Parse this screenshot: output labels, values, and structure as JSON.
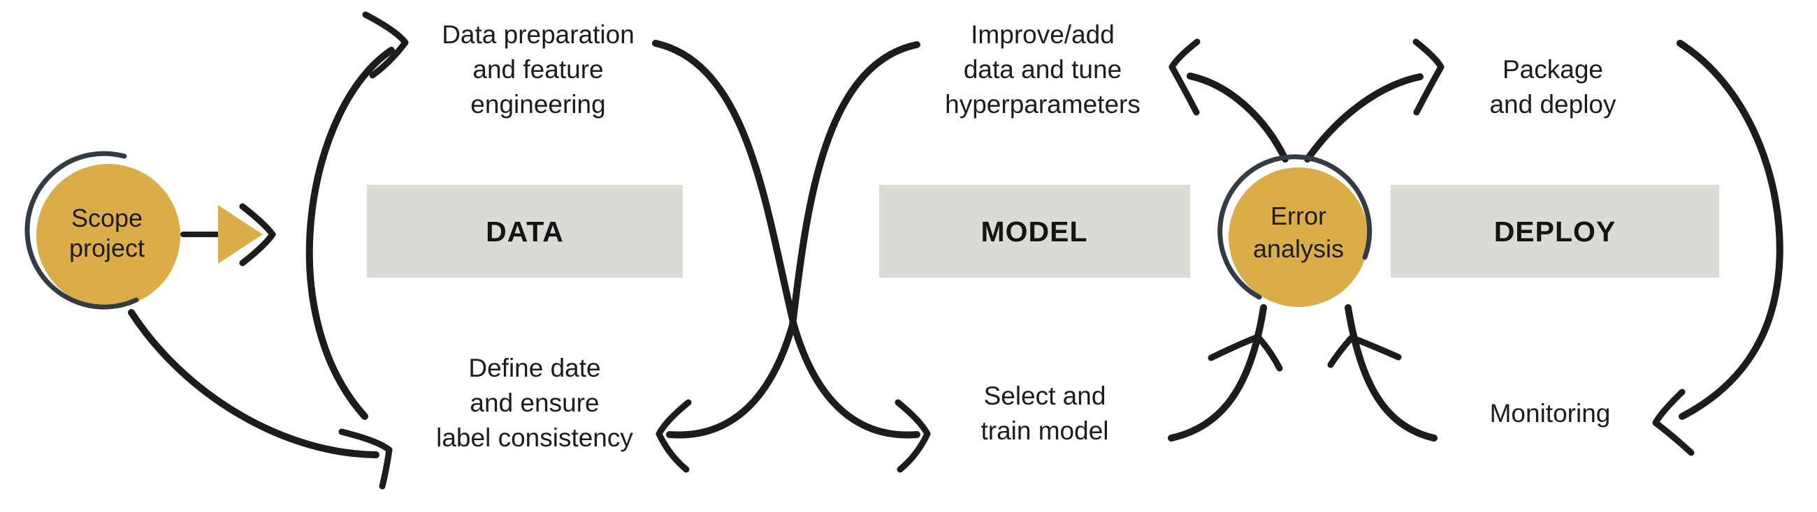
{
  "diagram": {
    "name": "ML project lifecycle flow",
    "nodes": {
      "scope": {
        "lines": [
          "Scope",
          "project"
        ]
      },
      "error_analysis": {
        "lines": [
          "Error",
          "analysis"
        ]
      }
    },
    "stages": {
      "data": "DATA",
      "model": "MODEL",
      "deploy": "DEPLOY"
    },
    "steps": {
      "data_preparation": {
        "lines": [
          "Data preparation",
          "and feature",
          "engineering"
        ]
      },
      "define_data": {
        "lines": [
          "Define date",
          "and ensure",
          "label consistency"
        ]
      },
      "improve_tune": {
        "lines": [
          "Improve/add",
          "data and tune",
          "hyperparameters"
        ]
      },
      "select_train": {
        "lines": [
          "Select and",
          "train model"
        ]
      },
      "package_deploy": {
        "lines": [
          "Package",
          "and deploy"
        ]
      },
      "monitoring": {
        "lines": [
          "Monitoring"
        ]
      }
    },
    "colors": {
      "gold": "#DBAD49",
      "stage_gray": "#DBDAD5",
      "ink": "#1C1C1C",
      "outline": "#333B44",
      "background": "#FFFFFF"
    }
  }
}
